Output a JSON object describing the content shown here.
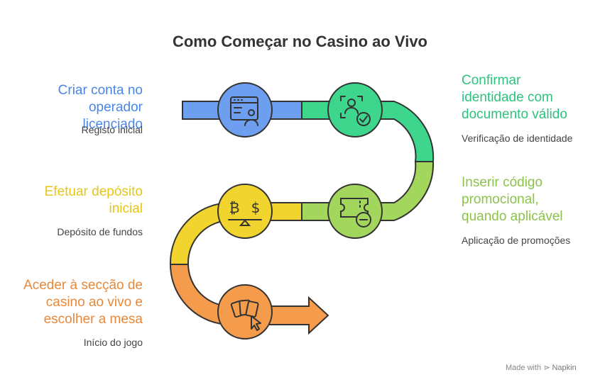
{
  "title": "Como Começar no Casino ao Vivo",
  "steps": [
    {
      "title": [
        "Criar conta no",
        "operador licenciado"
      ],
      "subtitle": "Registo inicial",
      "color": "#4A86E8",
      "icon": "account-registration-icon"
    },
    {
      "title": [
        "Confirmar",
        "identidade com",
        "documento válido"
      ],
      "subtitle": "Verificação de identidade",
      "color": "#2EC27E",
      "icon": "identity-verification-icon"
    },
    {
      "title": [
        "Inserir código",
        "promocional,",
        "quando aplicável"
      ],
      "subtitle": "Aplicação de promoções",
      "color": "#8BC34A",
      "icon": "promo-ticket-icon"
    },
    {
      "title": [
        "Efetuar depósito",
        "inicial"
      ],
      "subtitle": "Depósito de fundos",
      "color": "#E6C619",
      "icon": "currency-balance-icon"
    },
    {
      "title": [
        "Aceder à secção de",
        "casino ao vivo e",
        "escolher a mesa"
      ],
      "subtitle": "Início do jogo",
      "color": "#E8883A",
      "icon": "playing-cards-icon"
    }
  ],
  "footer": {
    "made_with": "Made with",
    "brand": "Napkin"
  }
}
